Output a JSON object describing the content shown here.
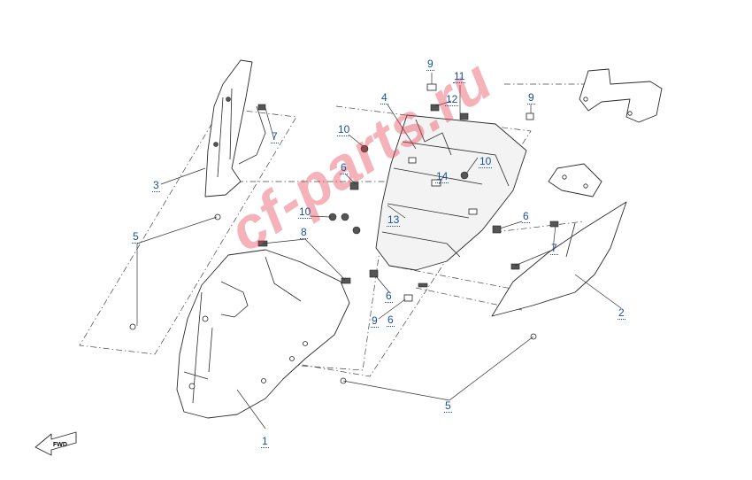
{
  "diagram": {
    "watermark_text": "cf-parts.ru",
    "fwd_label": "FWD",
    "callouts": [
      "1",
      "2",
      "3",
      "4",
      "5",
      "5",
      "6",
      "6",
      "6",
      "6",
      "7",
      "7",
      "7",
      "8",
      "8",
      "9",
      "9",
      "9",
      "10",
      "10",
      "10",
      "11",
      "12",
      "13",
      "14"
    ],
    "colors": {
      "callout": "#1a4f9c",
      "line": "#333333",
      "watermark": "#e8384a"
    }
  }
}
